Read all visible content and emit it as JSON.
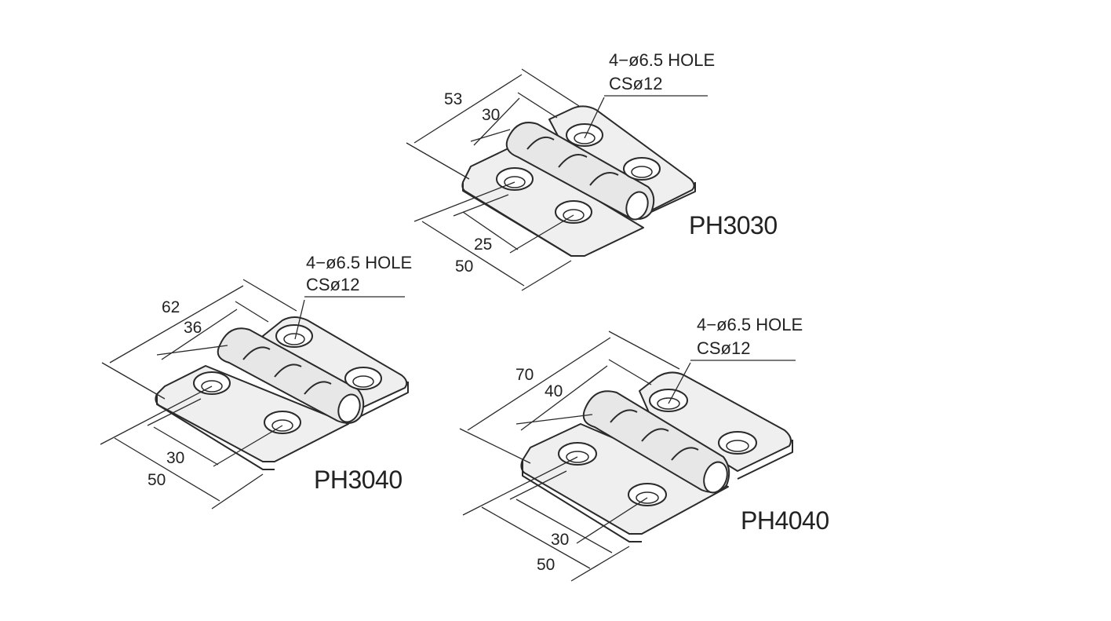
{
  "diagram": {
    "hinges": [
      {
        "model": "PH3030",
        "hole_note": "4−ø6.5 HOLE",
        "cs_note": "CSø12",
        "dims": {
          "overall": "53",
          "knuckle": "30",
          "hole_pitch": "25",
          "width": "50"
        }
      },
      {
        "model": "PH3040",
        "hole_note": "4−ø6.5 HOLE",
        "cs_note": "CSø12",
        "dims": {
          "overall": "62",
          "knuckle": "36",
          "hole_pitch": "30",
          "width": "50"
        }
      },
      {
        "model": "PH4040",
        "hole_note": "4−ø6.5 HOLE",
        "cs_note": "CSø12",
        "dims": {
          "overall": "70",
          "knuckle": "40",
          "hole_pitch": "30",
          "width": "50"
        }
      }
    ]
  }
}
